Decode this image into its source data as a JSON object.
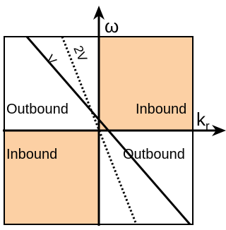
{
  "axes": {
    "y_label": "ω",
    "x_label_main": "k",
    "x_label_sub": "r"
  },
  "lines": {
    "solid_label": "V",
    "dotted_label": "2V"
  },
  "regions": {
    "top_left": "Outbound",
    "top_right": "Inbound",
    "bottom_left": "Inbound",
    "bottom_right": "Outbound"
  },
  "colors": {
    "inbound_fill": "#fcd0a4",
    "outbound_fill": "#ffffff",
    "stroke": "#000000"
  }
}
